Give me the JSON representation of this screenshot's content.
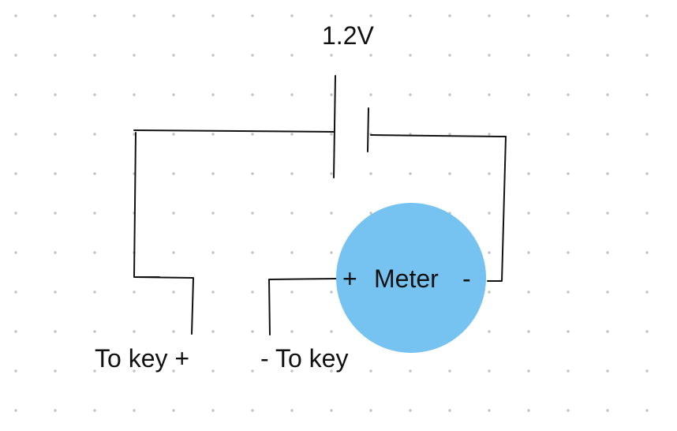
{
  "battery": {
    "voltage_label": "1.2V"
  },
  "meter": {
    "plus_label": "+",
    "name_label": "Meter",
    "minus_label": "-",
    "fill_color": "#76C3F2"
  },
  "terminals": {
    "left_label": "To key +",
    "right_label": "- To key"
  },
  "colors": {
    "wire": "#111111",
    "grid_dot": "#c4c4c4",
    "background": "#ffffff"
  }
}
